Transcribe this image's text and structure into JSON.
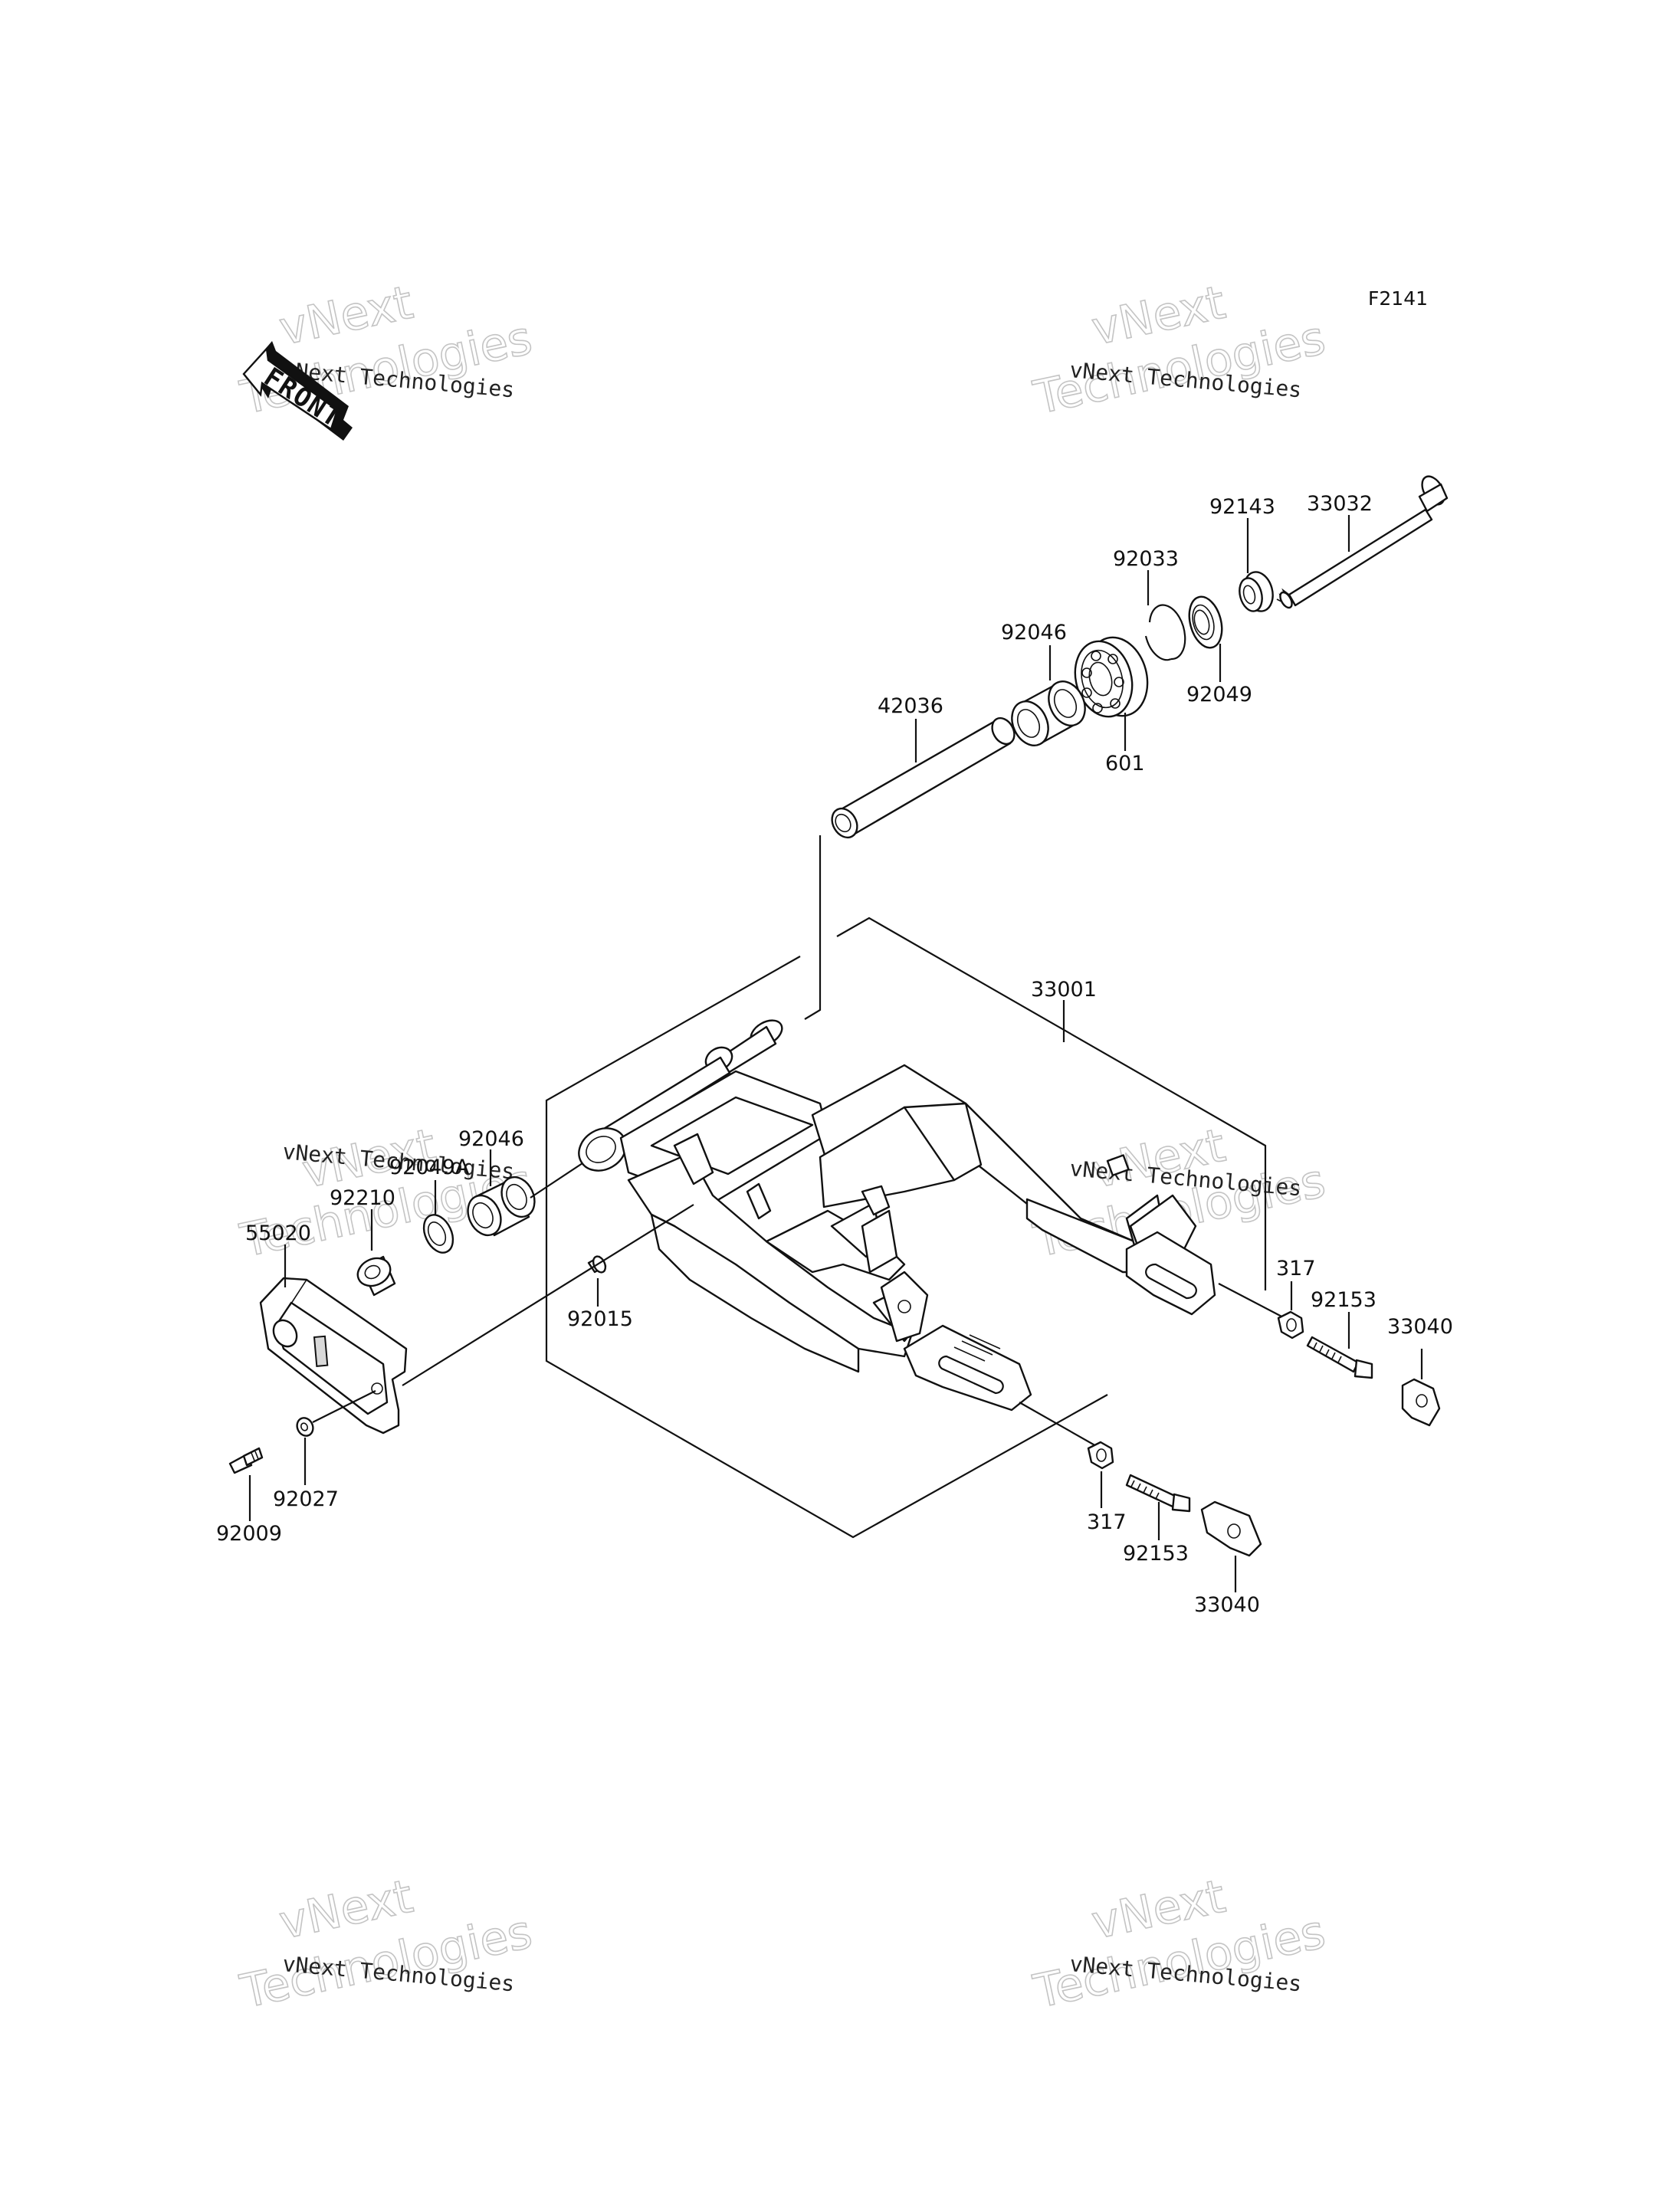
{
  "figure_code": "F2141",
  "front_label": "FRONT",
  "watermark": {
    "small": "vNext Technologies",
    "big_line1": "vNext",
    "big_line2": "Technologies"
  },
  "parts": {
    "p33032": "33032",
    "p92143": "92143",
    "p92033": "92033",
    "p92046_top": "92046",
    "p92049": "92049",
    "p601": "601",
    "p42036": "42036",
    "p33001": "33001",
    "p92046_left": "92046",
    "p92049A": "92049A",
    "p92210": "92210",
    "p55020": "55020",
    "p92015": "92015",
    "p317_right": "317",
    "p92153_right": "92153",
    "p33040_right": "33040",
    "p92027": "92027",
    "p92009": "92009",
    "p317_bottom": "317",
    "p92153_bottom": "92153",
    "p33040_bottom": "33040"
  }
}
